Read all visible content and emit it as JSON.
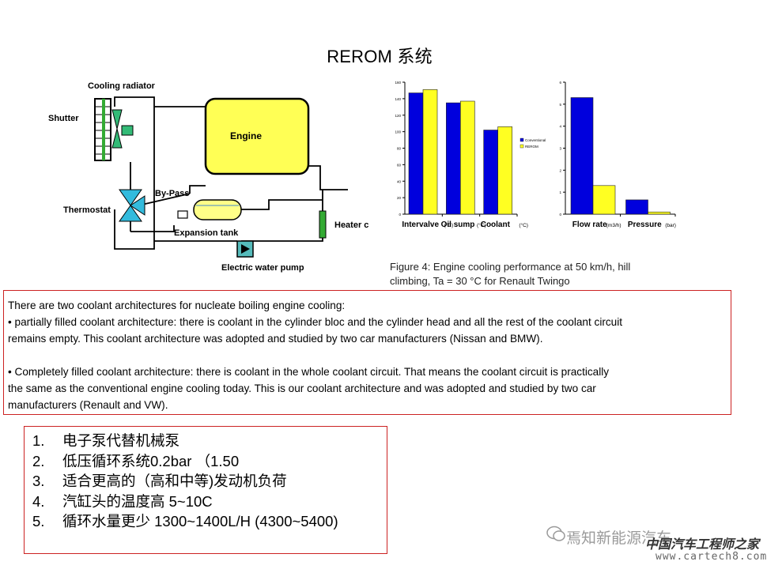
{
  "page": {
    "title": "REROM 系统"
  },
  "diagram": {
    "labels": {
      "cooling_radiator": "Cooling radiator",
      "shutter": "Shutter",
      "engine": "Engine",
      "by_pass": "By-Pass",
      "thermostat": "Thermostat",
      "expansion_tank": "Expansion tank",
      "heater": "Heater c",
      "pump": "Electric water pump"
    },
    "colors": {
      "engine": "#ffff55",
      "tank": "#ffff88",
      "pump": "#55bbbb",
      "heater": "#33aa33",
      "valve": "#33bbdd",
      "fan": "#33bb77"
    }
  },
  "chart_data": [
    {
      "type": "bar",
      "categories": [
        "Intervalve",
        "Oil sump",
        "Coolant"
      ],
      "category_units": [
        "(°C)",
        "(°C)",
        "(°C)"
      ],
      "series": [
        {
          "name": "Conventional",
          "color": "#0000dd",
          "values": [
            147,
            135,
            102
          ]
        },
        {
          "name": "REROM",
          "color": "#ffff22",
          "values": [
            151,
            137,
            106
          ]
        }
      ],
      "ylim": [
        0,
        160
      ],
      "yticks": [
        "0",
        "20",
        "40",
        "60",
        "80",
        "100",
        "120",
        "140",
        "160"
      ],
      "legend": "right"
    },
    {
      "type": "bar",
      "categories": [
        "Flow rate",
        "Pressure"
      ],
      "category_units": [
        "(m3/h)",
        "(bar)"
      ],
      "series": [
        {
          "name": "Conventional",
          "color": "#0000dd",
          "values": [
            5.3,
            0.65
          ]
        },
        {
          "name": "REROM",
          "color": "#ffff22",
          "values": [
            1.3,
            0.1
          ]
        }
      ],
      "ylim": [
        0,
        6
      ],
      "yticks": [
        "0",
        "1",
        "2",
        "3",
        "4",
        "5",
        "6"
      ]
    }
  ],
  "caption": {
    "line1": "Figure 4: Engine cooling performance at 50 km/h, hill",
    "line2": "climbing, Ta = 30 °C for Renault Twingo"
  },
  "notes": {
    "intro": "There are two coolant architectures for nucleate boiling engine cooling:",
    "b1_l1": "• partially filled coolant architecture: there is coolant in the cylinder bloc and the cylinder head and all the rest of the coolant circuit",
    "b1_l2": "remains empty. This coolant architecture was adopted and studied by two car manufacturers (Nissan and BMW).",
    "b2_l1": "• Completely filled coolant architecture: there is coolant in the whole coolant circuit. That means the coolant circuit is practically",
    "b2_l2": "the same as the conventional engine cooling today. This is our coolant architecture and was adopted and studied by two car",
    "b2_l3": "manufacturers (Renault and VW)."
  },
  "list": [
    {
      "num": "1.",
      "text": "电子泵代替机械泵"
    },
    {
      "num": "2.",
      "text": "低压循环系统0.2bar （1.50"
    },
    {
      "num": "3.",
      "text": "适合更高的（高和中等)发动机负荷"
    },
    {
      "num": "4.",
      "text": "汽缸头的温度高 5~10C"
    },
    {
      "num": "5.",
      "text": "循环水量更少 1300~1400L/H (4300~5400)"
    }
  ],
  "watermark": {
    "wechat": "焉知新能源汽车",
    "brand": "中国汽车工程师之家",
    "url": "www.cartech8.com"
  }
}
